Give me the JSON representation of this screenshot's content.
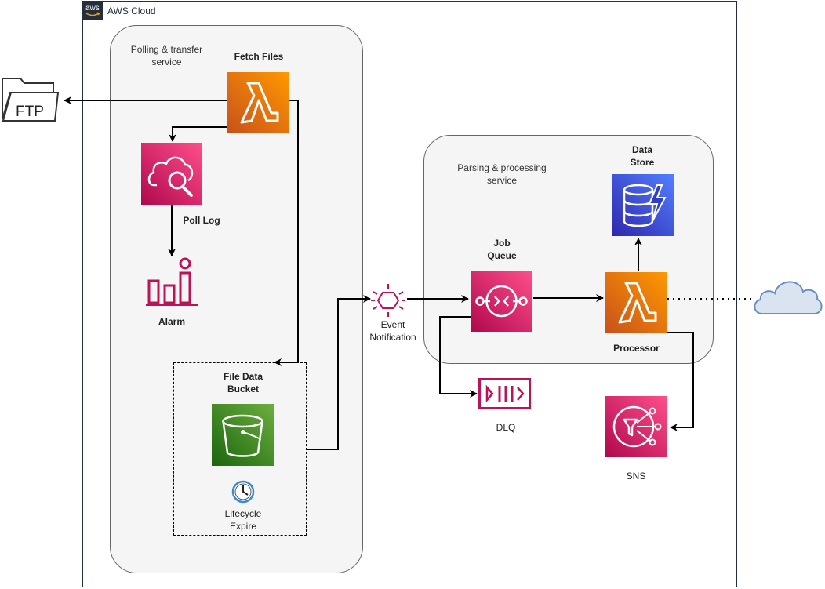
{
  "aws_cloud": {
    "label": "AWS Cloud",
    "logo_text": "aws"
  },
  "groups": {
    "polling": {
      "label_line1": "Polling & transfer",
      "label_line2": "service"
    },
    "parsing": {
      "label_line1": "Parsing & processing",
      "label_line2": "service"
    }
  },
  "nodes": {
    "ftp": {
      "label": "FTP"
    },
    "fetch_files": {
      "label": "Fetch Files",
      "icon": "lambda-icon",
      "color": "#ed7100"
    },
    "poll_log": {
      "label": "Poll Log",
      "icon": "cloudwatch-logs-icon",
      "color": "#e7157b"
    },
    "alarm": {
      "label": "Alarm",
      "icon": "cloudwatch-alarm-icon",
      "color": "#bc1356"
    },
    "file_data_bucket": {
      "label_line1": "File Data",
      "label_line2": "Bucket",
      "icon": "s3-bucket-icon",
      "color": "#3f8624"
    },
    "lifecycle": {
      "label_line1": "Lifecycle",
      "label_line2": "Expire",
      "icon": "clock-icon"
    },
    "event_notification": {
      "label_line1": "Event",
      "label_line2": "Notification",
      "icon": "event-hexagon-icon",
      "color": "#bc1356"
    },
    "job_queue": {
      "label_line1": "Job",
      "label_line2": "Queue",
      "icon": "sqs-queue-icon",
      "color": "#e7157b"
    },
    "dlq": {
      "label": "DLQ",
      "icon": "dlq-queue-icon",
      "color": "#bc1356"
    },
    "data_store": {
      "label_line1": "Data",
      "label_line2": "Store",
      "icon": "dynamodb-icon",
      "color": "#3b48cc"
    },
    "processor": {
      "label": "Processor",
      "icon": "lambda-icon",
      "color": "#ed7100"
    },
    "sns": {
      "label": "SNS",
      "icon": "sns-icon",
      "color": "#e7157b"
    },
    "internet": {
      "icon": "cloud-icon",
      "color": "#dae3f0"
    }
  }
}
